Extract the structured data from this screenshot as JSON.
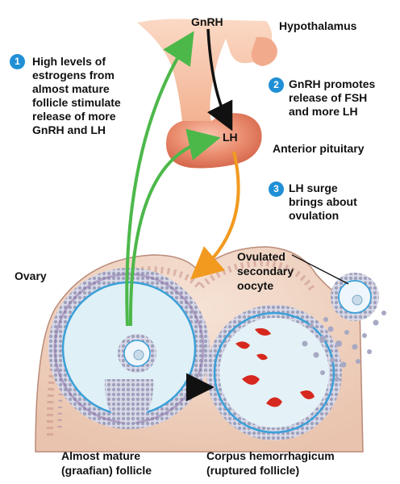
{
  "hormones": {
    "gnrh": "GnRH",
    "lh": "LH"
  },
  "labels": {
    "hypothalamus": "Hypothalamus",
    "anterior_pituitary": "Anterior pituitary",
    "ovary": "Ovary",
    "ovulated_oocyte": [
      "Ovulated",
      "secondary",
      "oocyte"
    ]
  },
  "steps": [
    {
      "number": "1",
      "lines": [
        "High levels of",
        "estrogens from",
        "almost mature",
        "follicle stimulate",
        "release of more",
        "GnRH and LH"
      ]
    },
    {
      "number": "2",
      "lines": [
        "GnRH promotes",
        "release of FSH",
        "and more LH"
      ]
    },
    {
      "number": "3",
      "lines": [
        "LH surge",
        "brings about",
        "ovulation"
      ]
    }
  ],
  "captions": {
    "left": [
      "Almost mature",
      "(graafian) follicle"
    ],
    "right": [
      "Corpus hemorrhagicum",
      "(ruptured follicle)"
    ]
  },
  "colors": {
    "badge": "#1f8fd6",
    "green_arrow": "#4cb84a",
    "orange_arrow": "#f29a1f",
    "tissue": "#f1b99a",
    "gland": "#e98a6c",
    "follicle_fluid": "#dff0f7",
    "membrane": "#3aa0d8"
  }
}
